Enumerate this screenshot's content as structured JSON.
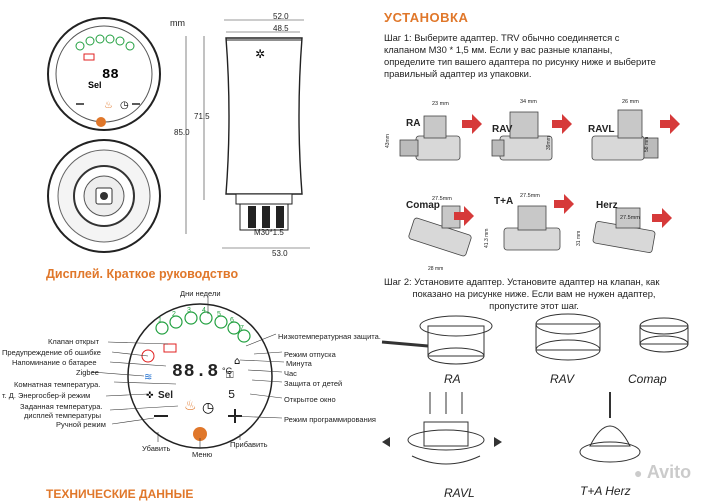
{
  "top_unit": "mm",
  "dims": {
    "w520": "52.0",
    "w485": "48.5",
    "h715": "71.5",
    "h850": "85.0",
    "thread": "M30*1.5",
    "w530": "53.0"
  },
  "display_title": "Дисплей. Краткое руководство",
  "display_labels": {
    "days": "Дни недели",
    "valve_open": "Клапан открыт",
    "error": "Предупреждение об ошибке",
    "battery": "Напоминание о батарее",
    "zigbee": "Zigbee",
    "room_temp": "Комнатная температура.",
    "eco": "т. Д.   Энергосбер-й режим",
    "set_temp": "Заданная температура.",
    "set_temp2": "дисплей температуры",
    "manual": "Ручной режим",
    "antifreeze": "Низкотемпературная защита.",
    "holiday": "Режим отпуска",
    "minute": "Минута",
    "hour": "Час",
    "child": "Защита от детей",
    "window": "Открытое окно",
    "program": "Режим программирования",
    "decrease": "Убавить",
    "menu": "Меню",
    "increase": "Прибавить"
  },
  "specs_title": "ТЕХНИЧЕСКИЕ ДАННЫЕ",
  "install_title": "УСТАНОВКА",
  "step1": [
    "Шаг 1: Выберите адаптер. TRV обычно соединяется с",
    "клапаном M30 * 1,5 мм. Если у вас разные клапаны,",
    "определите тип вашего адаптера по рисунку ниже и выберите",
    "правильный адаптер из упаковки."
  ],
  "adapters": [
    "RA",
    "RAV",
    "RAVL",
    "Comap",
    "T+A",
    "Herz"
  ],
  "adapter_dims": {
    "ra_w": "23 mm",
    "rav_w": "34 mm",
    "ravl_w": "26 mm",
    "comap_w": "27.5mm",
    "ta_w": "27.5mm",
    "herz_w": "27.5mm",
    "ra_h": "43mm",
    "rav_h": "39mm",
    "ravl_h": "58 mm",
    "comap_h": "28 mm",
    "ta_h": "41.3 mm",
    "herz_h": "31 mm"
  },
  "step2": [
    "Шаг 2: Установите адаптер. Установите адаптер на клапан, как",
    "показано на рисунке ниже. Если вам не нужен адаптер,",
    "пропустите этот шаг."
  ],
  "parts": [
    "RA",
    "RAV",
    "Comap",
    "RAVL",
    "T+A Herz"
  ],
  "lcd": {
    "sel": "Sel",
    "digits": "88.8",
    "unit": "°C",
    "small": "5"
  },
  "days_nums": [
    "1",
    "2",
    "3",
    "4",
    "5",
    "6",
    "7"
  ],
  "watermark": "Avito",
  "colors": {
    "accent": "#e0772a",
    "red": "#e02020",
    "green": "#22a040",
    "blue": "#1f6fd0",
    "arrow": "#d63a3a"
  }
}
